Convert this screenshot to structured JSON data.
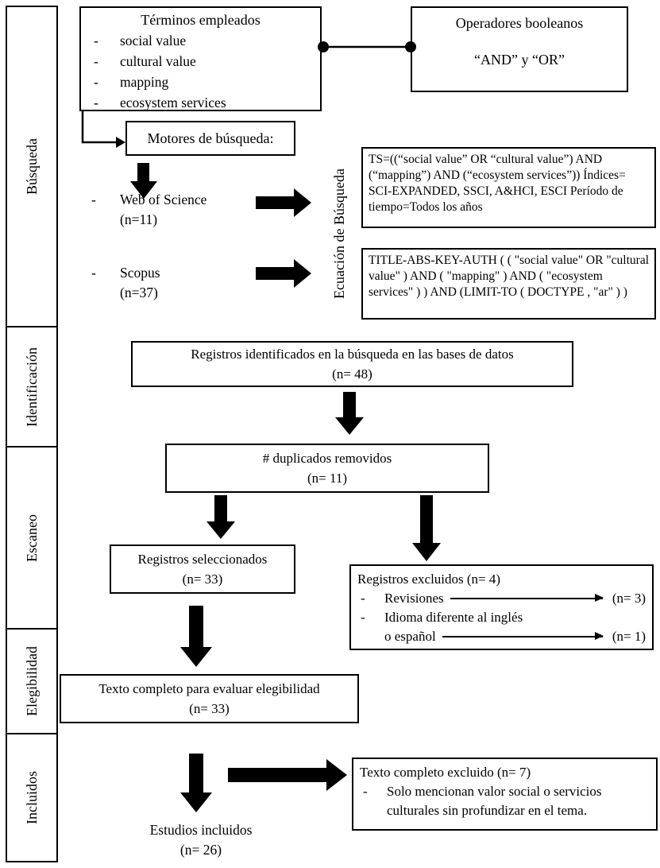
{
  "bullet": "-",
  "sidebar": {
    "stages": [
      {
        "label": "Búsqueda"
      },
      {
        "label": "Identificación"
      },
      {
        "label": "Escaneo"
      },
      {
        "label": "Elegibilidad"
      },
      {
        "label": "Incluidos"
      }
    ]
  },
  "search": {
    "terms": {
      "title": "Términos empleados",
      "items": [
        "social value",
        "cultural value",
        "mapping",
        "ecosystem services"
      ]
    },
    "operators": {
      "title": "Operadores booleanos",
      "value": "“AND” y “OR”"
    },
    "engines_title": "Motores de búsqueda:",
    "engines": [
      {
        "name": "Web of Science",
        "count": "(n=11)"
      },
      {
        "name": "Scopus",
        "count": "(n=37)"
      }
    ],
    "equation_label": "Ecuación de Búsqueda",
    "wos_equation": "TS=((“social value” OR “cultural value”) AND (“mapping”) AND (“ecosystem services”)) Índices= SCI-EXPANDED, SSCI, A&HCI, ESCI Período de tiempo=Todos los años",
    "scopus_equation": "TITLE-ABS-KEY-AUTH ( ( \"social value\" OR \"cultural value\" ) AND ( \"mapping\" ) AND ( \"ecosystem services\" ) ) AND (LIMIT-TO ( DOCTYPE , \"ar\" ) )"
  },
  "identification": {
    "records": {
      "line1": "Registros identificados en la búsqueda en las bases de datos",
      "line2": "(n= 48)"
    }
  },
  "screening": {
    "duplicates": {
      "line1": "# duplicados removidos",
      "line2": "(n= 11)"
    },
    "selected": {
      "line1": "Registros seleccionados",
      "line2": "(n= 33)"
    },
    "excluded": {
      "title": "Registros excluidos (n= 4)",
      "items": [
        {
          "label": "Revisiones",
          "count": "(n= 3)"
        },
        {
          "label": "Idioma diferente al inglés",
          "label_cont": "o español",
          "count": "(n= 1)"
        }
      ]
    }
  },
  "eligibility": {
    "fulltext": {
      "line1": "Texto completo para evaluar elegibilidad",
      "line2": "(n= 33)"
    },
    "excluded": {
      "title": "Texto completo excluido (n= 7)",
      "item_line1": "Solo mencionan valor social o servicios",
      "item_line2": "culturales sin profundizar en el tema."
    }
  },
  "included": {
    "studies": {
      "line1": "Estudios incluidos",
      "line2": "(n= 26)"
    }
  }
}
